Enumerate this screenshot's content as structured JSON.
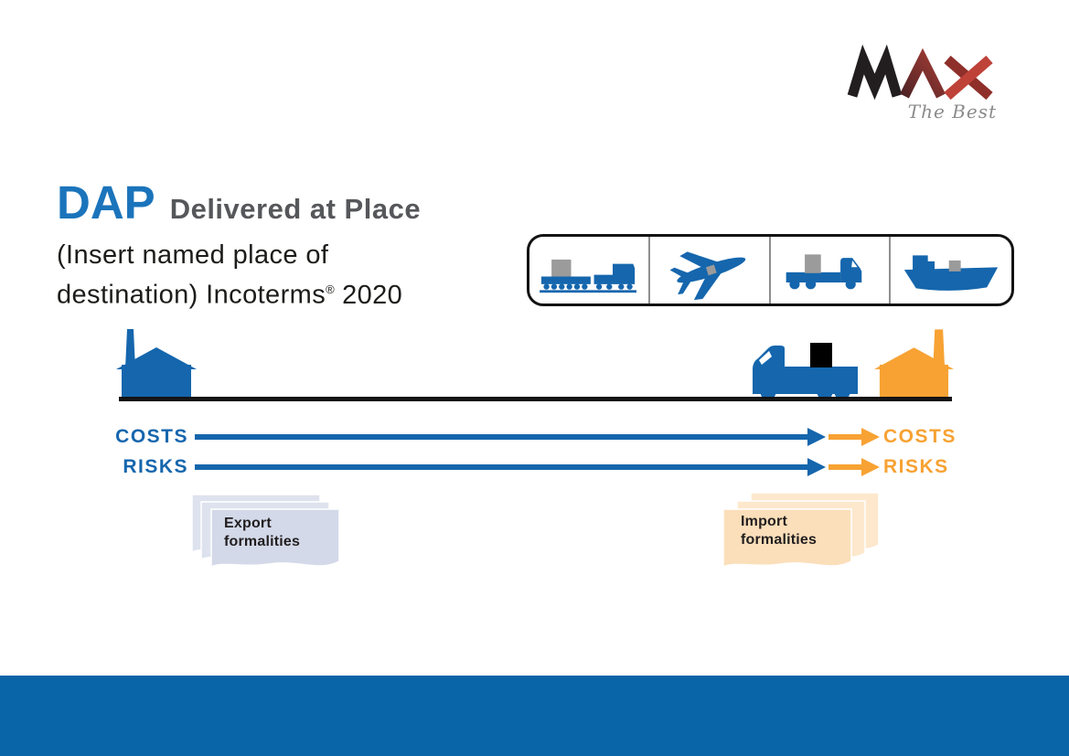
{
  "logo": {
    "name": "MAX",
    "tagline": "The Best"
  },
  "header": {
    "code": "DAP",
    "term": "Delivered at Place",
    "subtitle_line1": "(Insert named place of",
    "subtitle_line2": "destination) Incoterms",
    "trademark": "®",
    "year": "2020"
  },
  "transport_modes": [
    {
      "name": "rail",
      "icon": "train-icon"
    },
    {
      "name": "air",
      "icon": "plane-icon"
    },
    {
      "name": "road",
      "icon": "truck-icon"
    },
    {
      "name": "sea",
      "icon": "ship-icon"
    }
  ],
  "timeline": {
    "seller_side": {
      "costs": "COSTS",
      "risks": "RISKS"
    },
    "buyer_side": {
      "costs": "COSTS",
      "risks": "RISKS"
    },
    "export_doc": {
      "line1": "Export",
      "line2": "formalities"
    },
    "import_doc": {
      "line1": "Import",
      "line2": "formalities"
    }
  },
  "colors": {
    "blue": "#1566ad",
    "orange": "#f7a233",
    "title_blue": "#1b74bb",
    "title_gray": "#56575a",
    "ink": "#1c1c1a",
    "footer_blue": "#0a64a8",
    "paper_blue": "#d3d9e8",
    "paper_blue_light": "#dde2ee",
    "paper_orange": "#fbdfba",
    "paper_orange_light": "#fde8cd",
    "cargo_gray": "#9b9b9b",
    "logo_black": "#221e1f",
    "logo_red": "#bf4238",
    "logo_dark_red": "#8f2f2a",
    "tagline_gray": "#8b8b8b"
  }
}
